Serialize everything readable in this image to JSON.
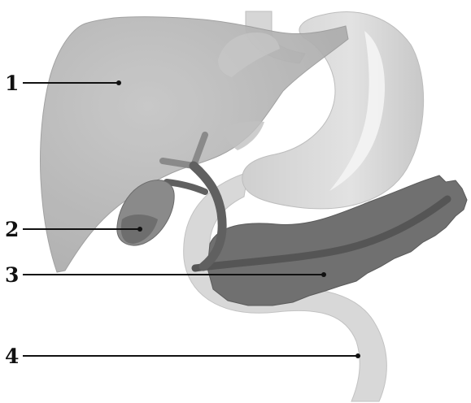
{
  "labels": {
    "liver": "1",
    "gallbladder": "2",
    "pancreas": "3",
    "duodenum": "4"
  },
  "colors": {
    "liver": "#b4b4b4",
    "stomach": "#dadada",
    "stomach_highlight": "#f4f4f4",
    "duodenum": "#d8d8d8",
    "pancreas": "#707070",
    "pancreatic_duct": "#555555",
    "bile_duct": "#606060",
    "gallbladder": "#7a7a7a",
    "leader_line": "#111111"
  }
}
